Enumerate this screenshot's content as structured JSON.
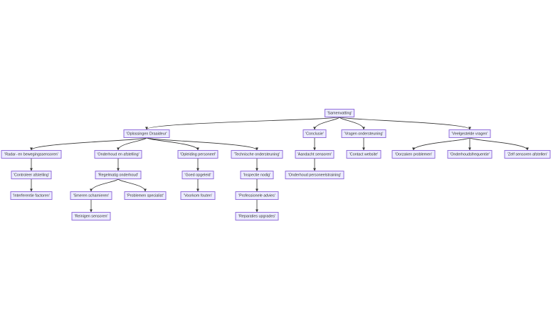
{
  "diagram": {
    "type": "flowchart-tree",
    "colors": {
      "node_fill": "#ECECFF",
      "node_border": "#9370DB",
      "edge": "#333333",
      "text": "#333333"
    },
    "nodes": [
      {
        "id": "root",
        "label": "'Samenvatting'"
      },
      {
        "id": "oplossingen",
        "label": "'Oplossingen Draaideur'"
      },
      {
        "id": "conclusie",
        "label": "'Conclusie'"
      },
      {
        "id": "vragen",
        "label": "'Vragen ondersteuning'"
      },
      {
        "id": "veelgestelde",
        "label": "'Veelgestelde vragen'"
      },
      {
        "id": "radar",
        "label": "'Radar- en bewegingssensoren'"
      },
      {
        "id": "onderhoud",
        "label": "'Onderhoud en afstelling'"
      },
      {
        "id": "opleiding",
        "label": "'Opleiding personeel'"
      },
      {
        "id": "technische",
        "label": "'Technische ondersteuning'"
      },
      {
        "id": "controleer",
        "label": "'Controleer afstelling'"
      },
      {
        "id": "interferentie",
        "label": "'Interferentie factoren'"
      },
      {
        "id": "regelmatig",
        "label": "'Regelmatig onderhoud'"
      },
      {
        "id": "smeren",
        "label": "'Smeren scharnieren'"
      },
      {
        "id": "problemen",
        "label": "'Problemen specialist'"
      },
      {
        "id": "reinigen",
        "label": "'Reinigen sensoren'"
      },
      {
        "id": "goed",
        "label": "'Goed opgeleid'"
      },
      {
        "id": "voorkom",
        "label": "'Voorkom fouten'"
      },
      {
        "id": "inspectie",
        "label": "'Inspectie nodig'"
      },
      {
        "id": "professionele",
        "label": "'Professionele advies'"
      },
      {
        "id": "reparaties",
        "label": "'Reparaties upgrades'"
      },
      {
        "id": "aandacht",
        "label": "'Aandacht sensoren'"
      },
      {
        "id": "training",
        "label": "'Onderhoud personeelstraining'"
      },
      {
        "id": "contact",
        "label": "'Contact website'"
      },
      {
        "id": "oorzaken",
        "label": "'Oorzaken problemen'"
      },
      {
        "id": "frequentie",
        "label": "'Onderhoudsfrequentie'"
      },
      {
        "id": "zelf",
        "label": "'Zelf sensoren afstellen'"
      }
    ],
    "edges": [
      [
        "root",
        "oplossingen"
      ],
      [
        "root",
        "conclusie"
      ],
      [
        "root",
        "vragen"
      ],
      [
        "root",
        "veelgestelde"
      ],
      [
        "oplossingen",
        "radar"
      ],
      [
        "oplossingen",
        "onderhoud"
      ],
      [
        "oplossingen",
        "opleiding"
      ],
      [
        "oplossingen",
        "technische"
      ],
      [
        "radar",
        "controleer"
      ],
      [
        "controleer",
        "interferentie"
      ],
      [
        "onderhoud",
        "regelmatig"
      ],
      [
        "regelmatig",
        "smeren"
      ],
      [
        "regelmatig",
        "problemen"
      ],
      [
        "smeren",
        "reinigen"
      ],
      [
        "opleiding",
        "goed"
      ],
      [
        "goed",
        "voorkom"
      ],
      [
        "technische",
        "inspectie"
      ],
      [
        "inspectie",
        "professionele"
      ],
      [
        "professionele",
        "reparaties"
      ],
      [
        "conclusie",
        "aandacht"
      ],
      [
        "aandacht",
        "training"
      ],
      [
        "vragen",
        "contact"
      ],
      [
        "veelgestelde",
        "oorzaken"
      ],
      [
        "veelgestelde",
        "frequentie"
      ],
      [
        "veelgestelde",
        "zelf"
      ]
    ]
  }
}
